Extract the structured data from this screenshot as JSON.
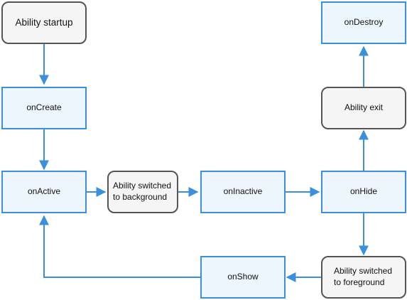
{
  "diagram": {
    "colors": {
      "connector": "#3b8fdd",
      "state_border": "#3b8fdd",
      "state_fill": "#eef6fd",
      "event_border": "#555555",
      "event_fill": "#f5f5f5"
    },
    "nodes": {
      "ability_startup": "Ability startup",
      "on_create": "onCreate",
      "on_active": "onActive",
      "switched_background_line1": "Ability switched",
      "switched_background_line2": "to background",
      "on_inactive": "onInactive",
      "on_hide": "onHide",
      "ability_exit": "Ability exit",
      "on_destroy": "onDestroy",
      "switched_foreground_line1": "Ability switched",
      "switched_foreground_line2": "to foreground",
      "on_show": "onShow"
    },
    "edges": [
      {
        "from": "ability_startup",
        "to": "on_create"
      },
      {
        "from": "on_create",
        "to": "on_active"
      },
      {
        "from": "on_active",
        "to": "switched_background"
      },
      {
        "from": "switched_background",
        "to": "on_inactive"
      },
      {
        "from": "on_inactive",
        "to": "on_hide"
      },
      {
        "from": "on_hide",
        "to": "ability_exit"
      },
      {
        "from": "ability_exit",
        "to": "on_destroy"
      },
      {
        "from": "on_hide",
        "to": "switched_foreground"
      },
      {
        "from": "switched_foreground",
        "to": "on_show"
      },
      {
        "from": "on_show",
        "to": "on_active"
      }
    ]
  }
}
